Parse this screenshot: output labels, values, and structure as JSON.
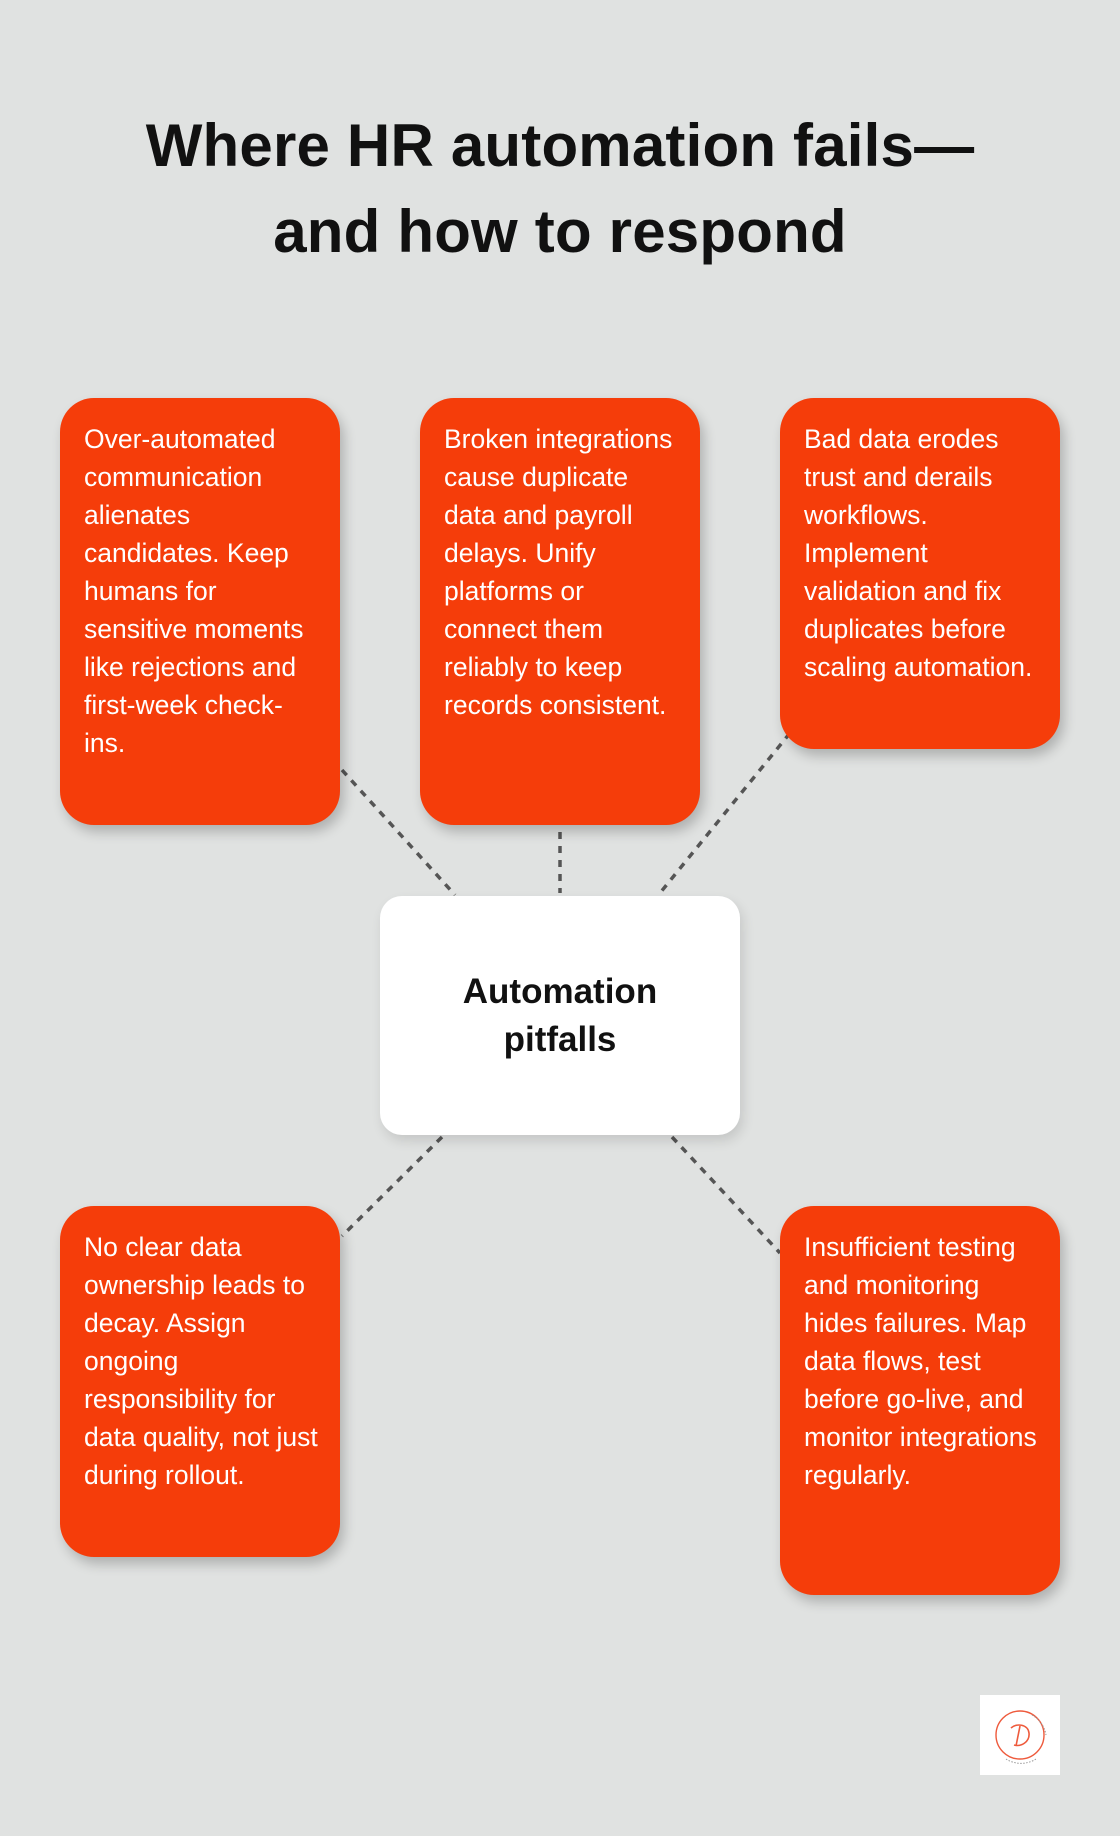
{
  "title": {
    "line1": "Where HR automation fails—",
    "line2": "and how to respond"
  },
  "center": {
    "line1": "Automation",
    "line2": "pitfalls"
  },
  "cards": [
    {
      "text": "Over-automated communication alienates candidates. Keep humans for sensitive moments like rejections and first-week check-ins."
    },
    {
      "text": "Broken integrations cause duplicate data and payroll delays. Unify platforms or connect them reliably to keep records consistent."
    },
    {
      "text": "Bad data erodes trust and derails workflows. Implement validation and fix duplicates before scaling automation."
    },
    {
      "text": "No clear data ownership leads to decay. Assign ongoing responsibility for data quality, not just during rollout."
    },
    {
      "text": "Insufficient testing and monitoring hides failures. Map data flows, test before go-live, and monitor integrations regularly."
    }
  ],
  "colors": {
    "background": "#e0e2e1",
    "card": "#f53d0a",
    "center": "#ffffff",
    "connector": "#555555"
  },
  "logo": {
    "icon": "dynamic-digital-solutions-logo",
    "text": "DYNAMIC DIGITAL SOLUTIONS"
  }
}
